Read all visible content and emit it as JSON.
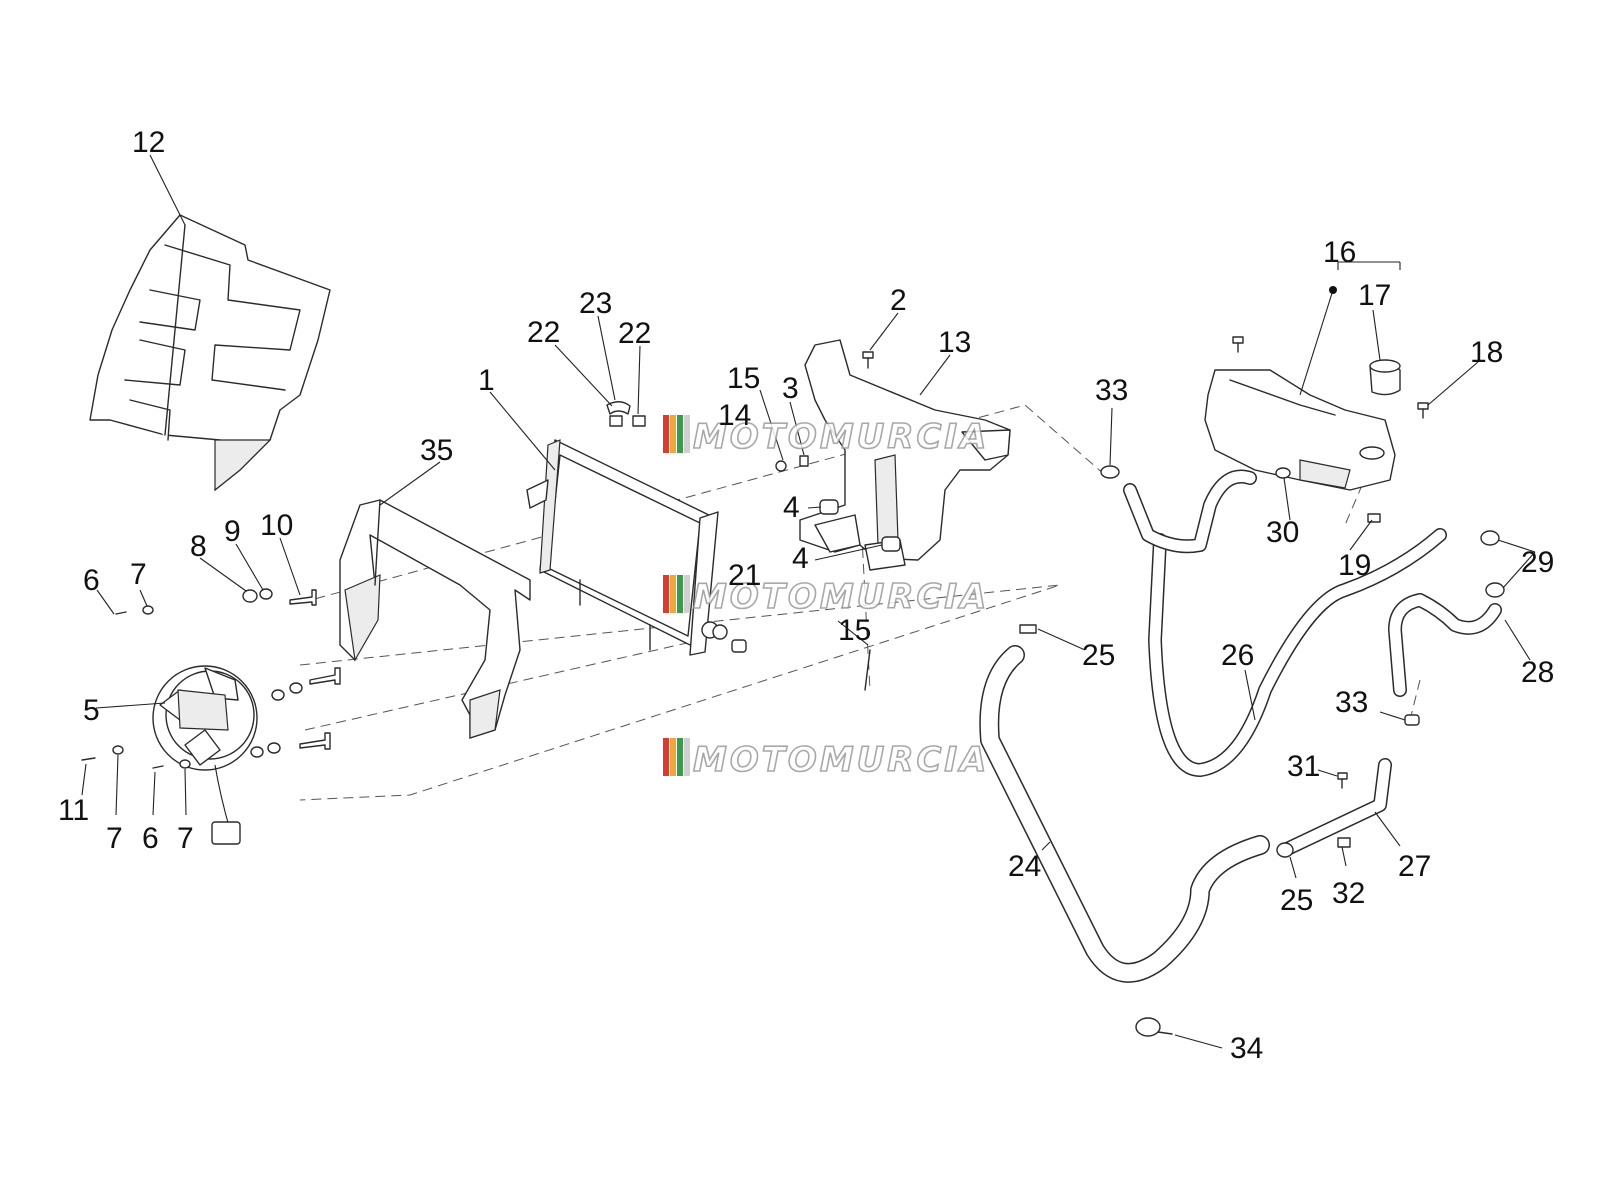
{
  "watermark": {
    "text": "MOTOMURCIA",
    "stripe_colors": [
      "#d83a34",
      "#f0a63a",
      "#3d9a4a",
      "#cfcfcf"
    ]
  },
  "callouts": {
    "c1": "1",
    "c2": "2",
    "c3": "3",
    "c4a": "4",
    "c4b": "4",
    "c5": "5",
    "c6a": "6",
    "c6b": "6",
    "c7a": "7",
    "c7b": "7",
    "c7c": "7",
    "c8": "8",
    "c9": "9",
    "c10": "10",
    "c11": "11",
    "c12": "12",
    "c13": "13",
    "c14": "14",
    "c15a": "15",
    "c15b": "15",
    "c16": "16",
    "c17": "17",
    "c18": "18",
    "c19": "19",
    "c21": "21",
    "c22a": "22",
    "c22b": "22",
    "c23": "23",
    "c24": "24",
    "c25a": "25",
    "c25b": "25",
    "c26": "26",
    "c27": "27",
    "c28": "28",
    "c29": "29",
    "c30": "30",
    "c31": "31",
    "c32": "32",
    "c33a": "33",
    "c33b": "33",
    "c34": "34",
    "c35": "35"
  }
}
